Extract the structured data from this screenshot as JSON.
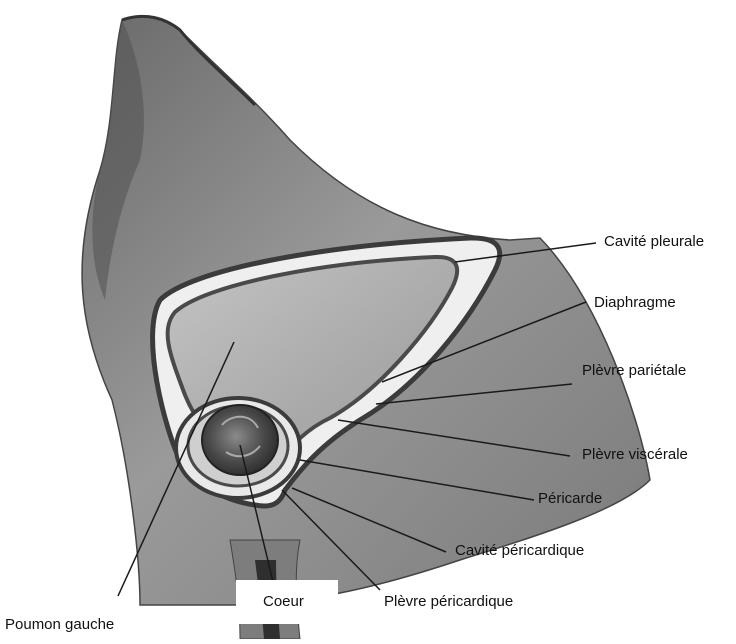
{
  "labels": {
    "cavite_pleurale": "Cavité pleurale",
    "diaphragme": "Diaphragme",
    "plevre_parietale": "Plèvre pariétale",
    "plevre_viscerale": "Plèvre viscérale",
    "pericarde": "Péricarde",
    "cavite_pericardique": "Cavité péricardique",
    "plevre_pericardique": "Plèvre péricardique",
    "coeur": "Coeur",
    "poumon_gauche": "Poumon gauche"
  },
  "colors": {
    "body_fill": "#8c8c8c",
    "body_dark": "#3a3a3a",
    "lung_fill": "#b5b5b5",
    "pleural_gap": "#e9e9e9",
    "heart": "#5a5a5a",
    "leader_line": "#1a1a1a"
  }
}
